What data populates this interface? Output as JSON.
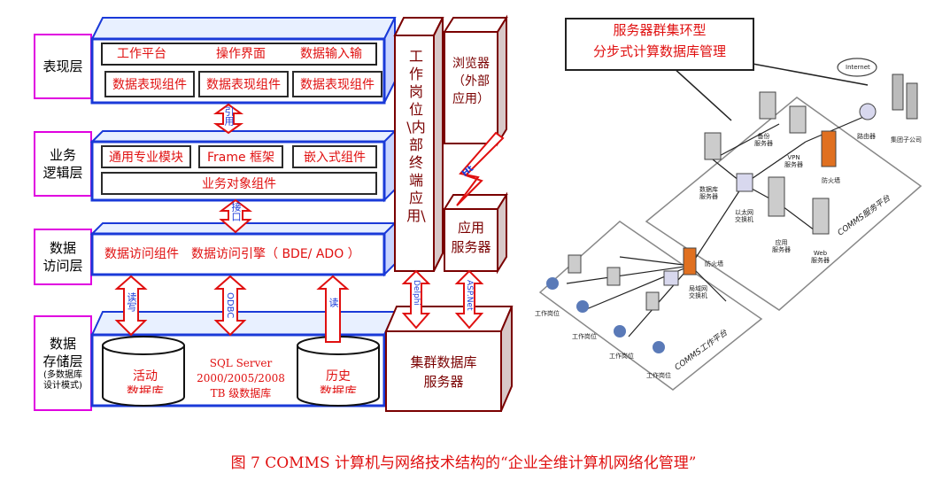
{
  "layers": {
    "presentation": "表现层",
    "business": [
      "业务",
      "逻辑层"
    ],
    "access": [
      "数据",
      "访问层"
    ],
    "storage": [
      "数据",
      "存储层"
    ],
    "storage_note": [
      "(多数据库",
      "设计模式)"
    ]
  },
  "presentation": {
    "row1": [
      "工作平台",
      "操作界面",
      "数据输入输"
    ],
    "row2": [
      "数据表现组件",
      "数据表现组件",
      "数据表现组件"
    ]
  },
  "business": {
    "row1": [
      "通用专业模块",
      "Frame 框架",
      "嵌入式组件"
    ],
    "row2": "业务对象组件"
  },
  "access": {
    "text": "数据访问组件　数据访问引擎（ BDE/ ADO ）"
  },
  "storage": {
    "cyl_left": "活动",
    "cyl_left2": "数据库",
    "cyl_right": "历史",
    "cyl_right2": "数据库",
    "center": [
      "SQL Server",
      "2000/2005/2008",
      "TB 级数据库"
    ]
  },
  "arrows": {
    "cite": "引用",
    "iface": "接口",
    "rw": "读写",
    "odbc": "ODBC",
    "read": "读",
    "ht": "Ht",
    "delphi": "Delphi",
    "asp": "ASP.Net"
  },
  "right_cols": {
    "workstation": "工作岗位\\内部终端应用\\",
    "browser": [
      "浏览器",
      "（外部",
      "应用）"
    ],
    "app_server": [
      "应用",
      "服务器"
    ],
    "cluster_db": [
      "集群数据库",
      "服务器"
    ]
  },
  "callout": [
    "服务器群集环型",
    "分步式计算数据库管理"
  ],
  "network": {
    "internet": "Internet",
    "router": "路由器",
    "group": "集团子公司",
    "backup": [
      "备份",
      "服务器"
    ],
    "vpn": [
      "VPN",
      "服务器"
    ],
    "firewall1": "防火墙",
    "db_server": [
      "数据库",
      "服务器"
    ],
    "ethernet": [
      "以太网",
      "交换机"
    ],
    "app_server": [
      "应用",
      "服务器"
    ],
    "web": [
      "Web",
      "服务器"
    ],
    "firewall2": "防火墙",
    "lan_switch": [
      "局域网",
      "交换机"
    ],
    "ws": "工作岗位",
    "service_platform": "COMMS服务平台",
    "work_platform": "COMMS工作平台"
  },
  "caption": "图 7  COMMS 计算机与网络技术结构的“企业全维计算机网络化管理”"
}
